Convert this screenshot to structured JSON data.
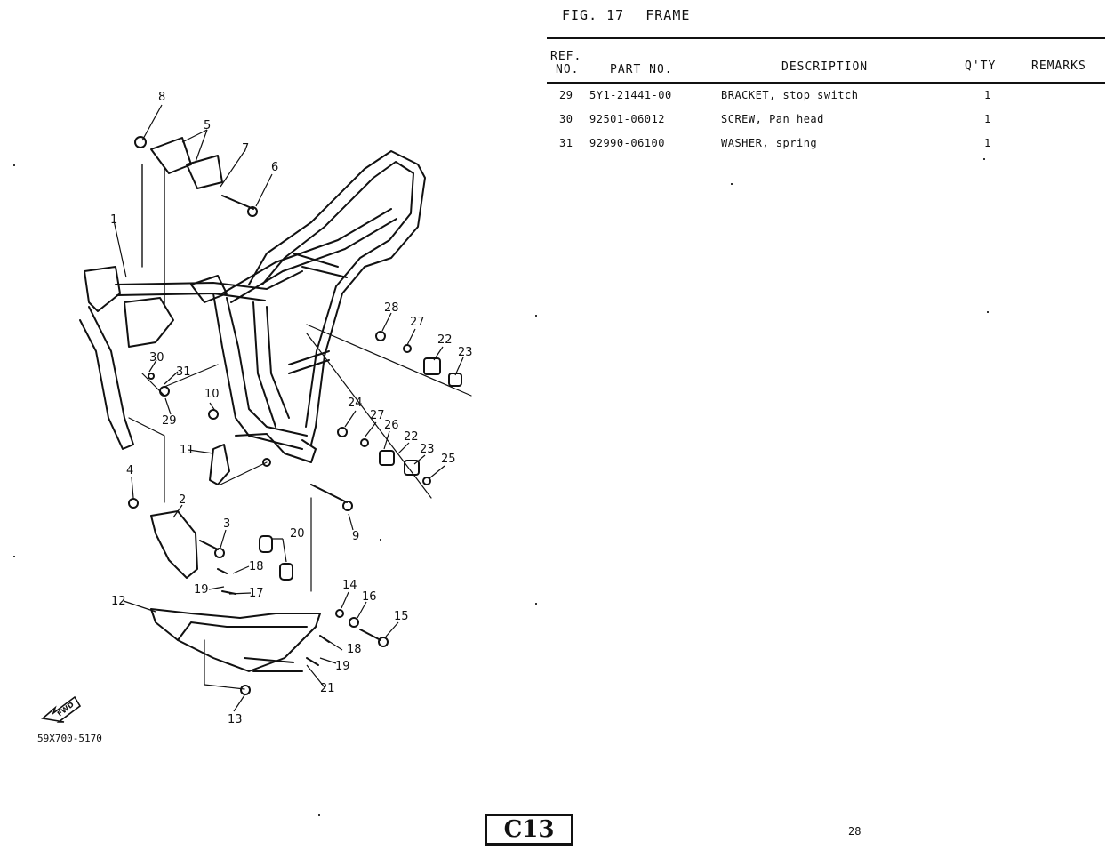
{
  "figure": {
    "label": "FIG. 17",
    "title": "FRAME"
  },
  "table": {
    "headers": {
      "ref_line1": "REF.",
      "ref_line2": "NO.",
      "part_no": "PART NO.",
      "description": "DESCRIPTION",
      "qty": "Q'TY",
      "remarks": "REMARKS"
    },
    "rows": [
      {
        "ref": "29",
        "part_no": "5Y1-21441-00",
        "description": "BRACKET, stop switch",
        "qty": "1"
      },
      {
        "ref": "30",
        "part_no": "92501-06012",
        "description": "SCREW, Pan head",
        "qty": "1"
      },
      {
        "ref": "31",
        "part_no": "92990-06100",
        "description": "WASHER, spring",
        "qty": "1"
      }
    ]
  },
  "diagram": {
    "code": "59X700-5170",
    "fwd_label": "FWD",
    "callouts": [
      "1",
      "2",
      "3",
      "4",
      "5",
      "6",
      "7",
      "8",
      "9",
      "10",
      "11",
      "12",
      "13",
      "14",
      "15",
      "16",
      "17",
      "18",
      "19",
      "20",
      "21",
      "22",
      "23",
      "24",
      "25",
      "26",
      "27",
      "28",
      "29",
      "30",
      "31"
    ]
  },
  "footer": {
    "section_code": "C13",
    "page_number": "28"
  }
}
